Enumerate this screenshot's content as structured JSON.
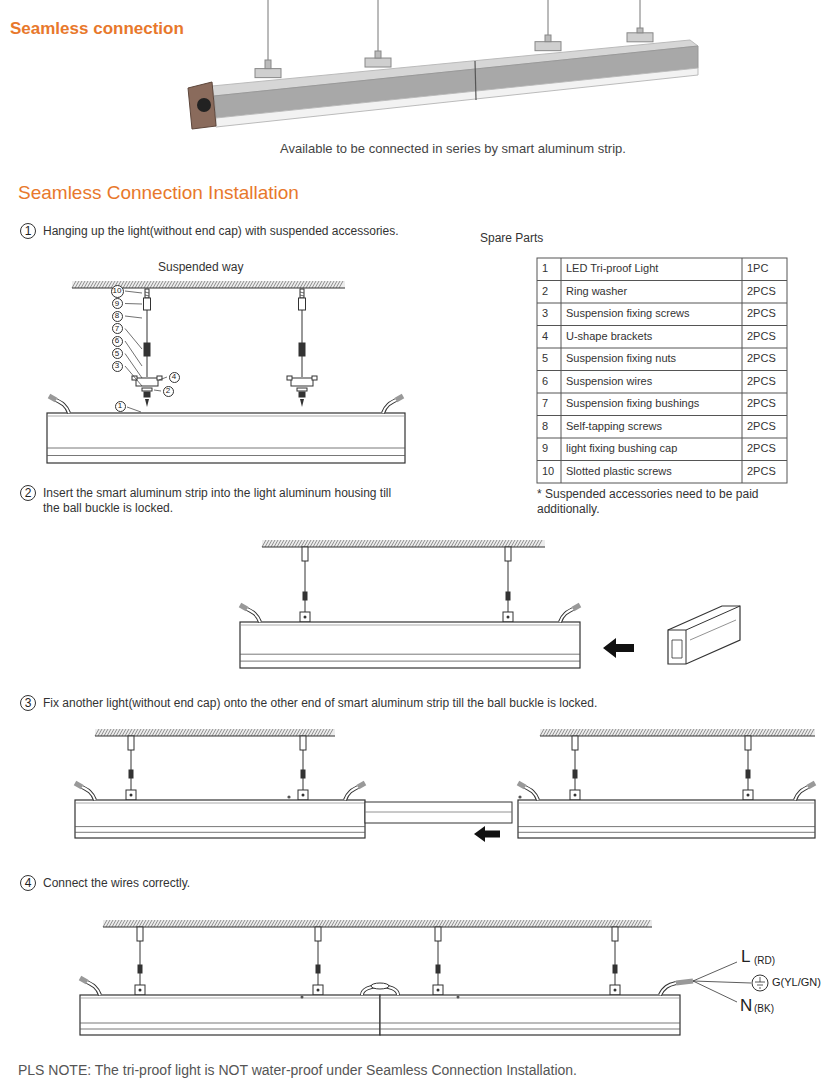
{
  "diagram": {
    "title": "Seamless connection",
    "caption": "Available to be connected in series by smart aluminum strip.",
    "nodes": [
      {
        "text": [
          "1"
        ]
      },
      {
        "text": [
          "10"
        ]
      },
      {
        "text": [
          "9"
        ]
      },
      {
        "text": [
          "8"
        ]
      },
      {
        "text": [
          "7"
        ]
      },
      {
        "text": [
          "6"
        ]
      },
      {
        "text": [
          "5"
        ]
      },
      {
        "text": [
          "3"
        ]
      },
      {
        "text": [
          "4"
        ]
      },
      {
        "text": [
          "2"
        ]
      },
      {
        "text": [
          "1"
        ]
      },
      {
        "text": [
          "2"
        ]
      },
      {
        "text": [
          "3"
        ]
      },
      {
        "text": [
          "4"
        ]
      }
    ],
    "labels": [
      "Seamless Connection Installation",
      "Hanging up the light(without end cap) with suspended accessories.",
      "Suspended way",
      "Spare Parts",
      "1",
      "LED Tri-proof Light",
      "1PC",
      "2",
      "Ring washer",
      "2PCS",
      "3",
      "Suspension fixing screws",
      "2PCS",
      "4",
      "U-shape brackets",
      "2PCS",
      "5",
      "Suspension fixing nuts",
      "2PCS",
      "6",
      "Suspension wires",
      "2PCS",
      "7",
      "Suspension fixing bushings",
      "2PCS",
      "8",
      "Self-tapping screws",
      "2PCS",
      "9",
      "light fixing bushing cap",
      "2PCS",
      "10",
      "Slotted plastic screws",
      "2PCS",
      "* Suspended accessories need to be paid additionally.",
      "Insert the smart aluminum strip into the light aluminum housing till the ball buckle is locked.",
      "Fix another light(without end cap) onto the other end of smart aluminum strip till the ball buckle is locked.",
      "Connect the wires correctly.",
      "L",
      "(RD)",
      "G(YL/GN)",
      "N",
      "(BK)",
      "PLS NOTE: The tri-proof light is NOT water-proof under Seamless Connection Installation."
    ]
  }
}
